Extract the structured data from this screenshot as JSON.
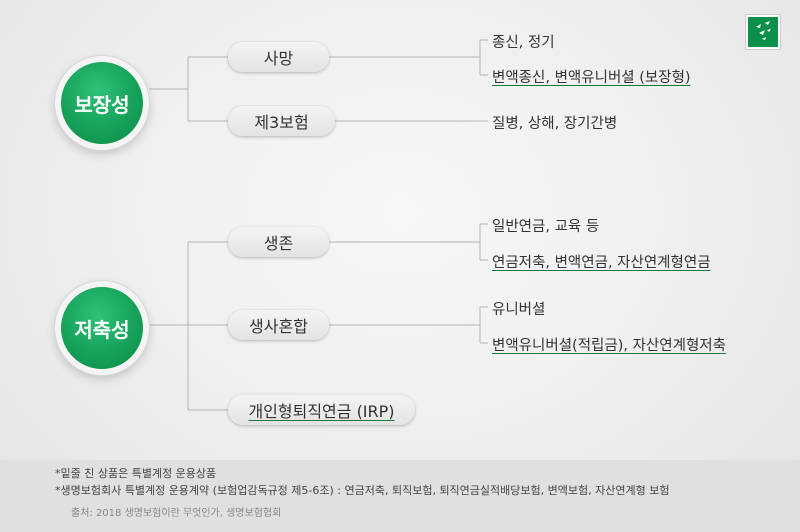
{
  "logo_icon": "bird-logo-icon",
  "colors": {
    "accent": "#16a15a",
    "link_underline": "#0e7a3a"
  },
  "groups": {
    "protection": {
      "label": "보장성",
      "branches": [
        {
          "label": "사망",
          "items": [
            "종신, 정기",
            "변액종신, 변액유니버셜 (보장형)"
          ]
        },
        {
          "label": "제3보험",
          "items": [
            "질병, 상해, 장기간병"
          ]
        }
      ]
    },
    "savings": {
      "label": "저축성",
      "branches": [
        {
          "label": "생존",
          "items": [
            "일반연금, 교육 등",
            "연금저축, 변액연금, 자산연계형연금"
          ]
        },
        {
          "label": "생사혼합",
          "items": [
            "유니버셜",
            "변액유니버셜(적립금), 자산연계형저축"
          ]
        },
        {
          "label": "개인형퇴직연금 (IRP)",
          "items": []
        }
      ]
    }
  },
  "notes": [
    "*밑줄 친 상품은 특별계정 운용상품",
    "*생명보험회사 특별계정 운용계약 (보험업감독규정 제5-6조) : 연금저축, 퇴직보험, 퇴직연금실적배당보험, 변액보험, 자산연계형 보험"
  ],
  "source": "출처: 2018 생명보험이란 무엇인가, 생명보험협회"
}
